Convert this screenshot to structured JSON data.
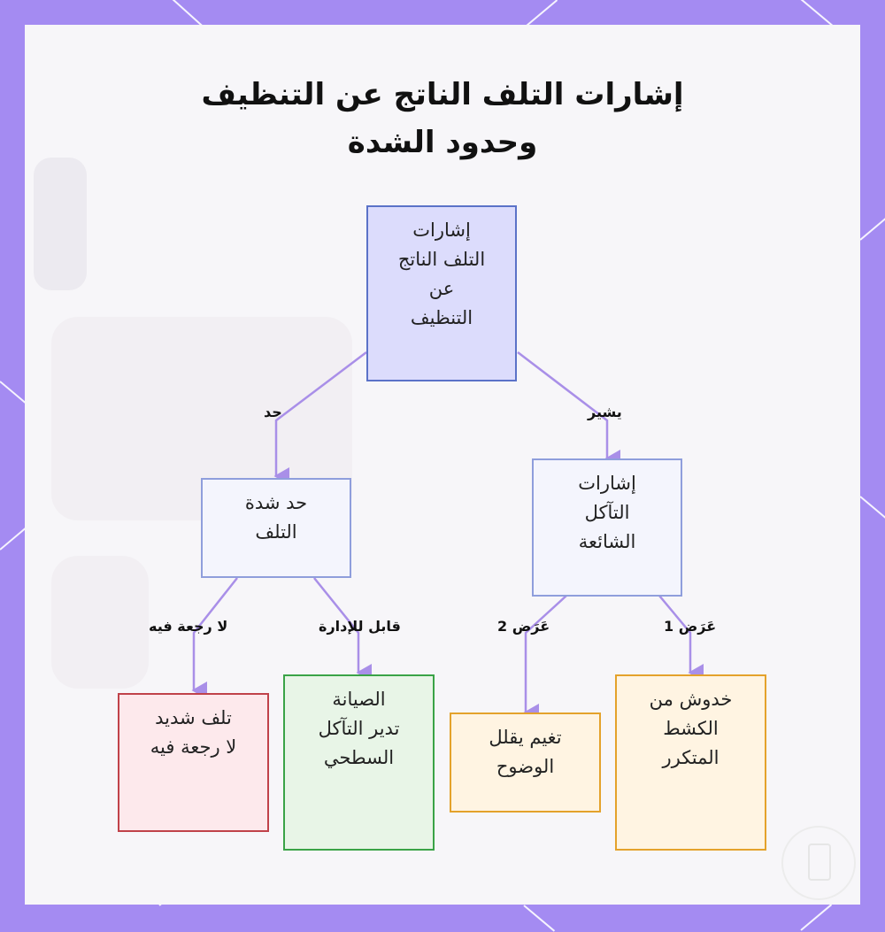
{
  "title": {
    "line1": "إشارات التلف الناتج عن التنظيف",
    "line2": "وحدود الشدة"
  },
  "nodes": {
    "root": [
      "إشارات",
      "التلف الناتج",
      "عن",
      "التنظيف"
    ],
    "severity": [
      "حد شدة",
      "التلف"
    ],
    "common": [
      "إشارات",
      "التآكل",
      "الشائعة"
    ],
    "irreversible": [
      "تلف شديد",
      "لا رجعة فيه"
    ],
    "maintenance": [
      "الصيانة",
      "تدير التآكل",
      "السطحي"
    ],
    "dulling": [
      "تغيم يقلل",
      "الوضوح"
    ],
    "scratches": [
      "خدوش من",
      "الكشط",
      "المتكرر"
    ]
  },
  "edges": {
    "limit": "حد",
    "indicates": "يشير",
    "irreversible": "لا رجعة فيه",
    "manageable": "قابل للإدارة",
    "symptom2": "عَرَض 2",
    "symptom1": "عَرَض 1"
  },
  "colors": {
    "frame": "#a48bf2",
    "root_fill": "#dcdcfc",
    "root_border": "#5b72c8",
    "blue_fill": "#f4f5fd",
    "blue_border": "#8f9edc",
    "red_fill": "#fde9ec",
    "red_border": "#c0424a",
    "green_fill": "#e8f5e7",
    "green_border": "#3aa347",
    "orange_fill": "#fff4e2",
    "orange_border": "#e4a22b",
    "edge": "#a98fe8"
  }
}
